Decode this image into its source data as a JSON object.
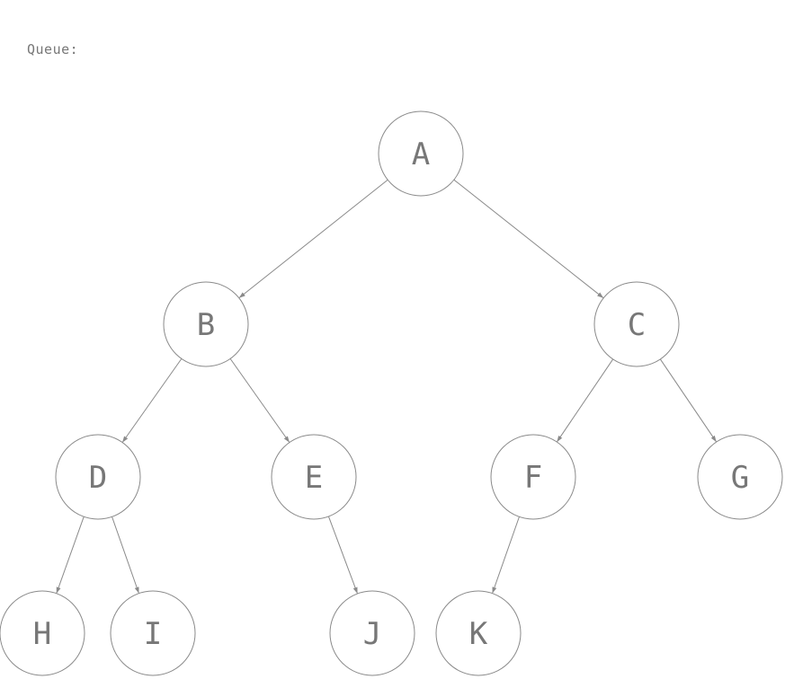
{
  "queue": {
    "label": "Queue:"
  },
  "tree": {
    "nodes": [
      {
        "id": "A",
        "label": "A"
      },
      {
        "id": "B",
        "label": "B"
      },
      {
        "id": "C",
        "label": "C"
      },
      {
        "id": "D",
        "label": "D"
      },
      {
        "id": "E",
        "label": "E"
      },
      {
        "id": "F",
        "label": "F"
      },
      {
        "id": "G",
        "label": "G"
      },
      {
        "id": "H",
        "label": "H"
      },
      {
        "id": "I",
        "label": "I"
      },
      {
        "id": "J",
        "label": "J"
      },
      {
        "id": "K",
        "label": "K"
      }
    ],
    "edges": [
      {
        "from": "A",
        "to": "B"
      },
      {
        "from": "A",
        "to": "C"
      },
      {
        "from": "B",
        "to": "D"
      },
      {
        "from": "B",
        "to": "E"
      },
      {
        "from": "C",
        "to": "F"
      },
      {
        "from": "C",
        "to": "G"
      },
      {
        "from": "D",
        "to": "H"
      },
      {
        "from": "D",
        "to": "I"
      },
      {
        "from": "E",
        "to": "J"
      },
      {
        "from": "F",
        "to": "K"
      }
    ]
  }
}
